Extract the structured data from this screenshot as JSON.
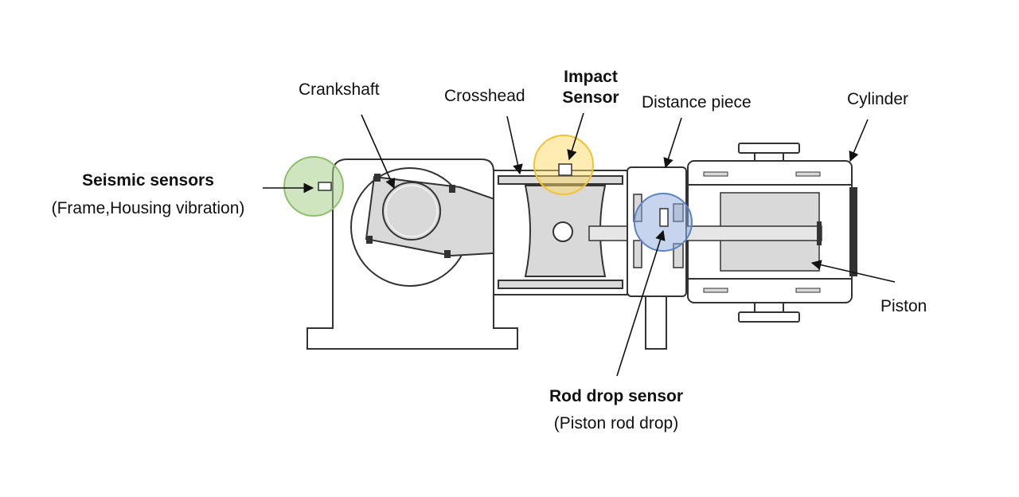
{
  "labels": {
    "crankshaft": "Crankshaft",
    "crosshead": "Crosshead",
    "impact_sensor_line1": "Impact",
    "impact_sensor_line2": "Sensor",
    "distance_piece": "Distance piece",
    "cylinder": "Cylinder",
    "seismic_sensors": "Seismic sensors",
    "seismic_sensors_sub": "(Frame,Housing vibration)",
    "piston": "Piston",
    "rod_drop_sensor": "Rod drop sensor",
    "rod_drop_sensor_sub": "(Piston rod drop)"
  },
  "colors": {
    "seismic_highlight": "#a8d08d",
    "impact_highlight": "#ffd966",
    "rod_drop_highlight": "#8eaadb",
    "line": "#333333",
    "fill_gray": "#d9d9d9"
  }
}
